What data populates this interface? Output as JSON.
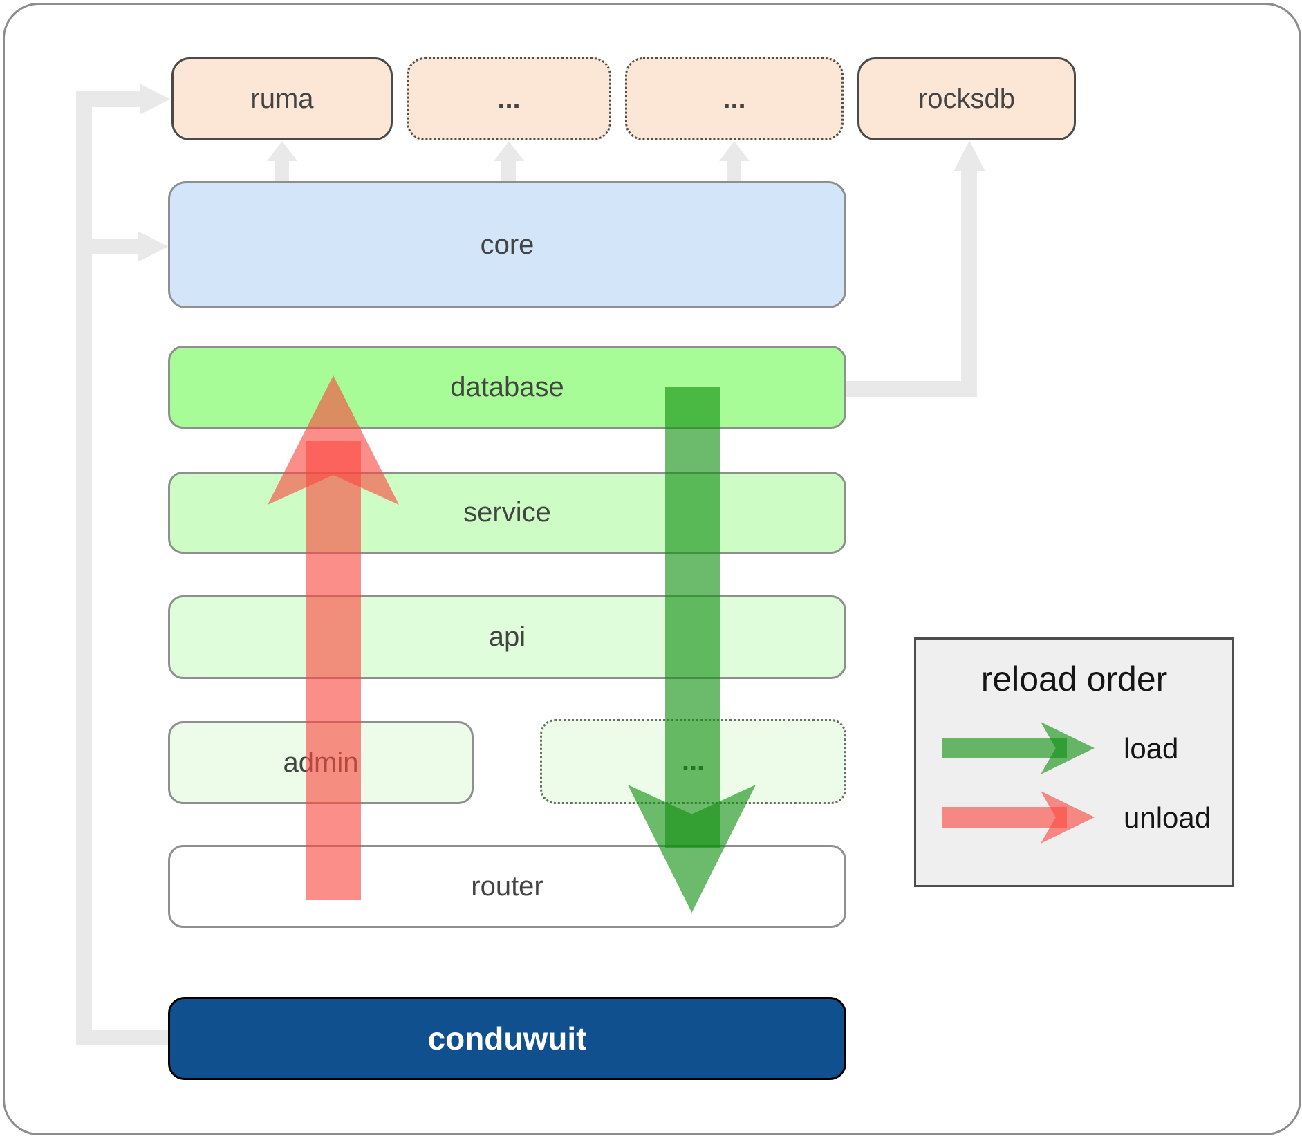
{
  "nodes": {
    "ruma": "ruma",
    "external_more_1": "...",
    "external_more_2": "...",
    "rocksdb": "rocksdb",
    "core": "core",
    "database": "database",
    "service": "service",
    "api": "api",
    "admin": "admin",
    "modules_more": "...",
    "router": "router",
    "conduwuit": "conduwuit"
  },
  "legend": {
    "title": "reload order",
    "load_label": "load",
    "unload_label": "unload"
  },
  "colors": {
    "load_arrow": "rgba(18,144,18,0.62)",
    "unload_arrow": "rgba(250,73,65,0.62)",
    "connector_gray": "#e9e9e9",
    "external_box_fill": "#fce7d7",
    "core_fill": "#d3e5f8",
    "database_fill": "#a7fc97",
    "service_fill": "#cdfdc5",
    "api_fill": "#dffdda",
    "admin_fill": "#ecfce8",
    "router_fill": "#ffffff",
    "conduwuit_fill": "#11508f",
    "legend_fill": "#efefef"
  }
}
